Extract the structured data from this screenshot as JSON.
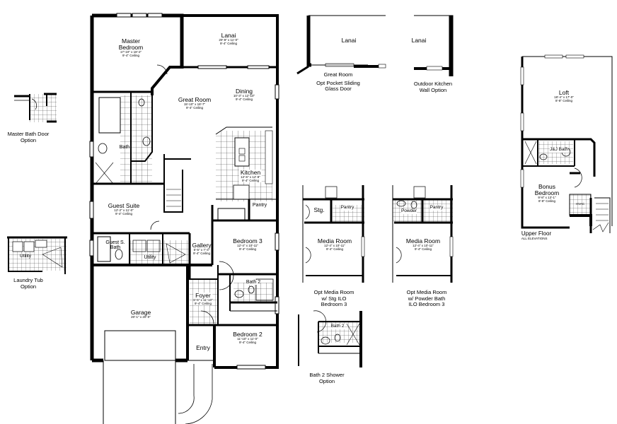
{
  "title": "Floor Plan",
  "colors": {
    "wall": "#000000",
    "background": "#ffffff",
    "line": "#333333"
  },
  "main_floor": {
    "rooms": [
      {
        "name": "Master Bedroom",
        "name_line1": "Master",
        "name_line2": "Bedroom",
        "dims": "17'-10\" x 18'-2\"",
        "ceiling": "9'-4\" Ceiling"
      },
      {
        "name": "Lanai",
        "dims": "20'-8\" x 11'-0\"",
        "ceiling": "9'-4\" Ceiling"
      },
      {
        "name": "Great Room",
        "dims": "15'-10\" x 18'-7\"",
        "ceiling": "9'-4\" Ceiling"
      },
      {
        "name": "Dining",
        "dims": "10'-3\" x 12'-10\"",
        "ceiling": "9'-4\" Ceiling"
      },
      {
        "name": "Kitchen",
        "dims": "12'-6\" x 14'-8\"",
        "ceiling": "9'-4\" Ceiling"
      },
      {
        "name": "Bath"
      },
      {
        "name": "Pantry"
      },
      {
        "name": "Guest Suite",
        "dims": "12'-2\" x 11'-0\"",
        "ceiling": "9'-4\" Ceiling"
      },
      {
        "name": "Guest S. Bath",
        "name_line1": "Guest S.",
        "name_line2": "Bath"
      },
      {
        "name": "Utility"
      },
      {
        "name": "Gallery",
        "dims": "5'-5\" x 7'-4\"",
        "ceiling": "9'-4\" Ceiling"
      },
      {
        "name": "Bedroom 3",
        "dims": "12'-4\" x 10'-11\"",
        "ceiling": "9'-4\" Ceiling"
      },
      {
        "name": "Bath 2"
      },
      {
        "name": "Foyer",
        "dims": "6'-5\" x 11'-10\"",
        "ceiling": "9'-4\" Ceiling"
      },
      {
        "name": "Garage",
        "dims": "20'-1\" x 20'-0\""
      },
      {
        "name": "Entry"
      },
      {
        "name": "Bedroom 2",
        "dims": "11'-10\" x 11'-0\"",
        "ceiling": "9'-4\" Ceiling"
      }
    ]
  },
  "options": [
    {
      "caption_line1": "Master Bath Door",
      "caption_line2": "Option"
    },
    {
      "caption_line1": "Laundry Tub",
      "caption_line2": "Option",
      "room": "Utility"
    },
    {
      "caption_line1": "Great Room",
      "caption_line2": "Opt Pocket Sliding",
      "caption_line3": "Glass Door",
      "room": "Lanai"
    },
    {
      "caption_line1": "Outdoor Kitchen",
      "caption_line2": "Wall Option",
      "room": "Lanai"
    },
    {
      "caption_line1": "Opt Media Room",
      "caption_line2": "w/ Stg ILO",
      "caption_line3": "Bedroom 3",
      "rooms": [
        "Stg.",
        "Pantry",
        "Media Room"
      ],
      "dims": "12'-4\" x 10'-11\"",
      "ceiling": "9'-4\" Ceiling"
    },
    {
      "caption_line1": "Opt Media Room",
      "caption_line2": "w/ Powder Bath",
      "caption_line3": "ILO Bedroom 3",
      "rooms": [
        "Powder",
        "Pantry",
        "Media Room"
      ],
      "dims": "12'-4\" x 10'-11\"",
      "ceiling": "9'-4\" Ceiling"
    },
    {
      "caption_line1": "Bath 2 Shower",
      "caption_line2": "Option",
      "room": "Bath 2"
    }
  ],
  "upper_floor": {
    "caption": "Upper Floor",
    "subcaption": "ALL ELEVATIONS",
    "rooms": [
      {
        "name": "Loft",
        "dims": "18'-4\" x 17'-0\"",
        "ceiling": "8'-8\" Ceiling"
      },
      {
        "name": "J&J Bath"
      },
      {
        "name": "Bonus Bedroom",
        "name_line1": "Bonus",
        "name_line2": "Bedroom",
        "dims": "9'-8\" x 13'-1\"",
        "ceiling": "8'-8\" Ceiling"
      },
      {
        "name": "HVAC"
      }
    ]
  }
}
